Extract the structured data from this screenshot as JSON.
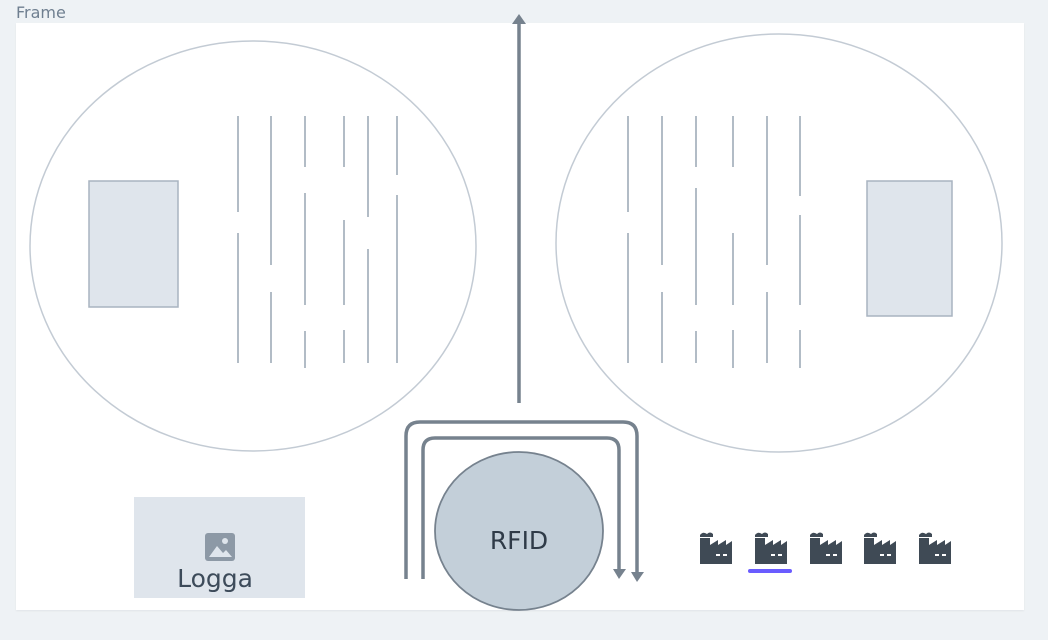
{
  "frame": {
    "label": "Frame"
  },
  "logo": {
    "label": "Logga",
    "icon": "image-icon"
  },
  "rfid": {
    "label": "RFID"
  },
  "factories": {
    "icon": "factory-icon",
    "count": 5,
    "active_index": 1,
    "accent_color": "#6a5cff"
  },
  "colors": {
    "stroke": "#bfc9d4",
    "bar": "#aab5c0",
    "arrow": "#76828e",
    "rect_fill": "#dfe5ec",
    "rfid_fill": "#c3cfd9",
    "factory": "#3f4a55"
  }
}
